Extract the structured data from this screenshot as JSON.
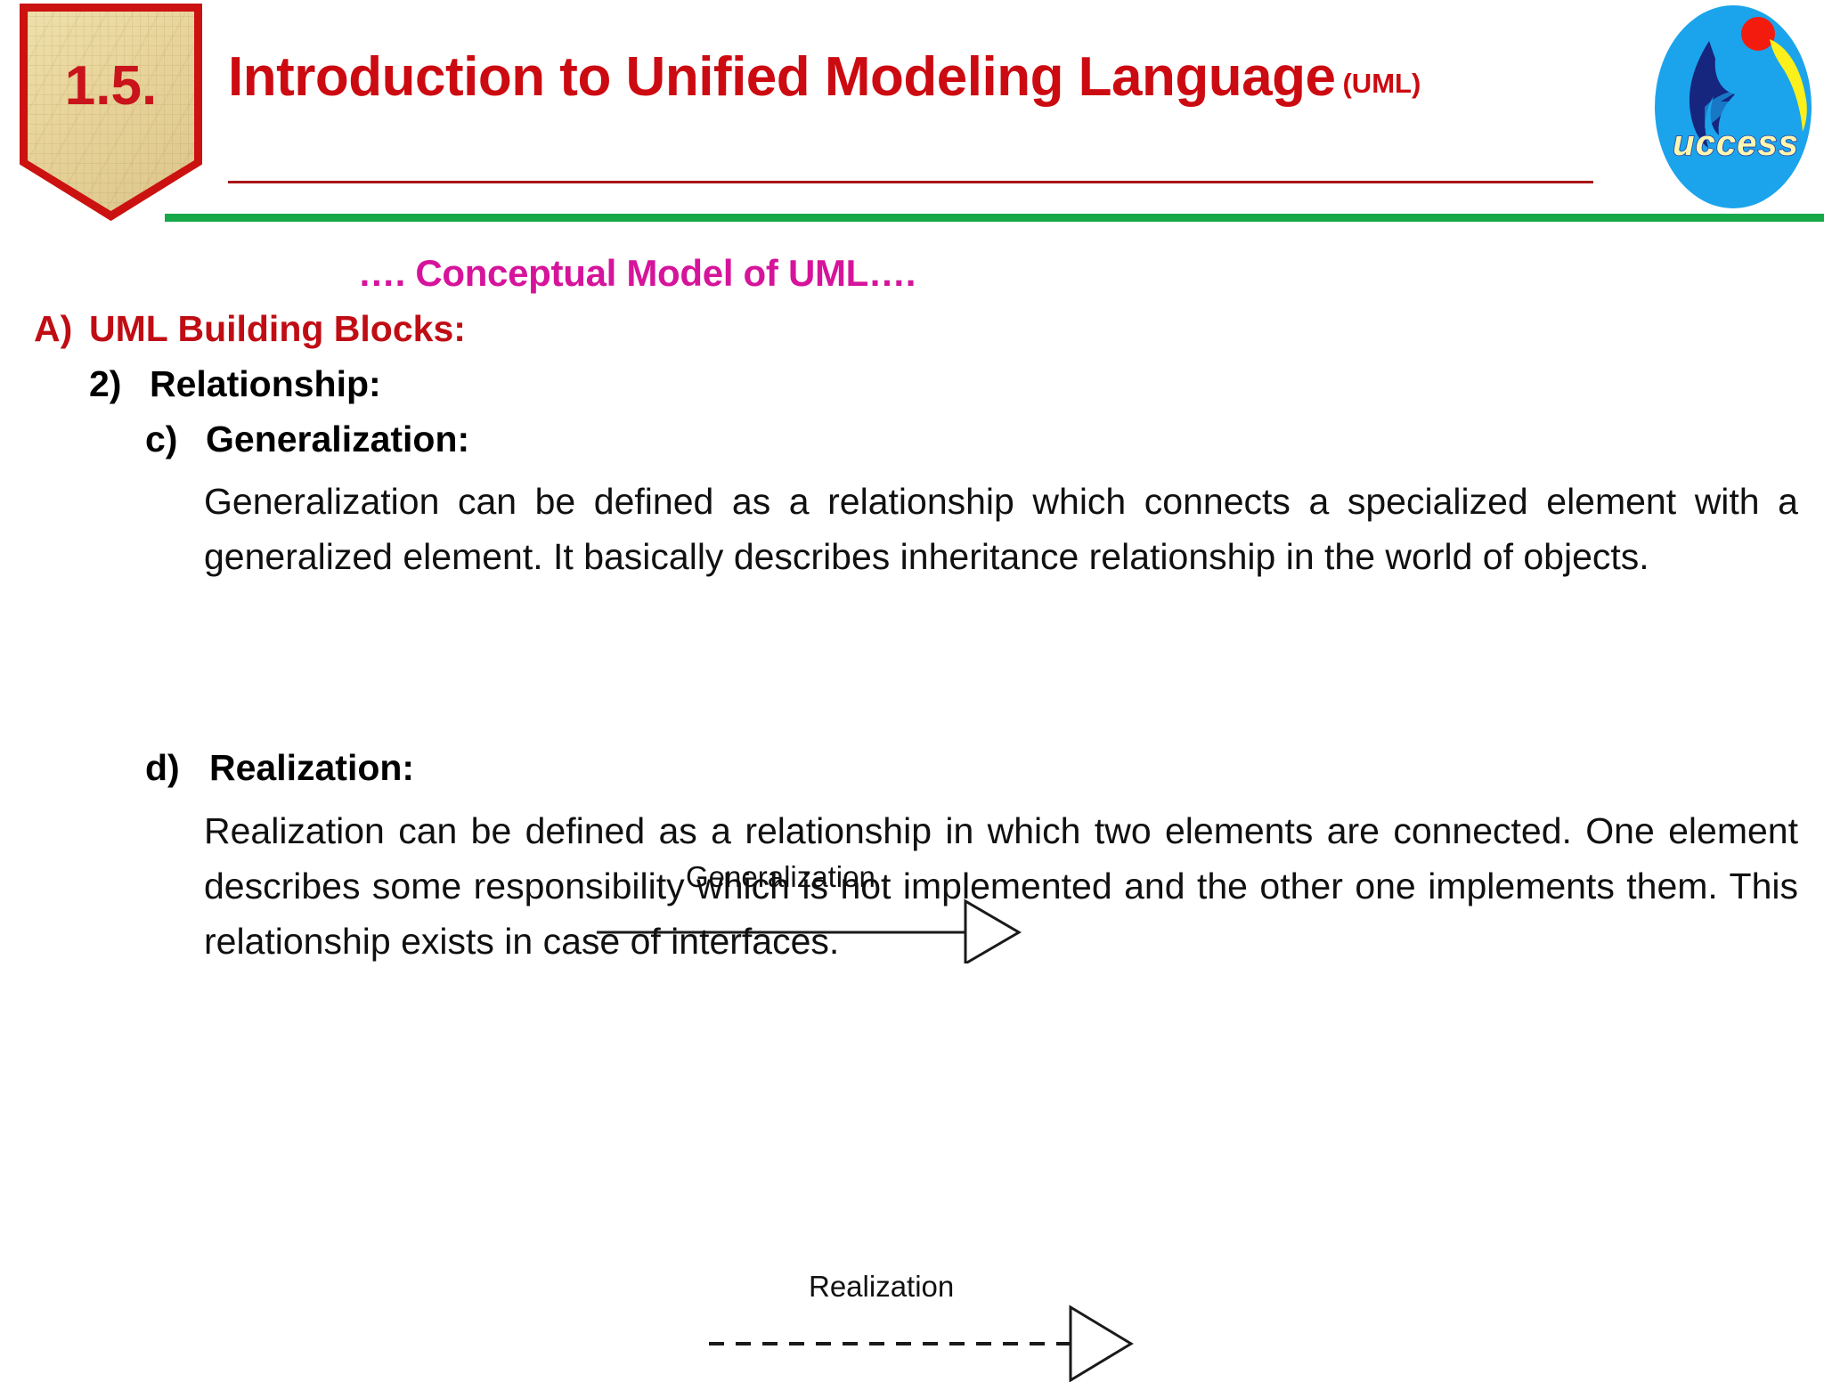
{
  "header": {
    "section_number": "1.5.",
    "title": "Introduction to Unified Modeling Language",
    "title_suffix": "(UML)",
    "logo_text": "uccess",
    "colors": {
      "title_red": "#cc0a11",
      "badge_border_red": "#cc1111",
      "badge_fill_tan": "#e8d59b",
      "rule_red": "#a81616",
      "rule_green": "#17a84a",
      "logo_blue": "#1ba4ec",
      "logo_dark_blue": "#16257e",
      "logo_red_dot": "#f31b0d",
      "logo_yellow": "#fbf01c"
    }
  },
  "content": {
    "subtitle": "…. Conceptual Model of UML….",
    "subtitle_color": "#d6149b",
    "level_a": {
      "marker": "A)",
      "label": "UML Building Blocks:",
      "color": "#c00d14"
    },
    "level_2": {
      "marker": "2)",
      "label": "Relationship:"
    },
    "items": [
      {
        "marker": "c)",
        "heading": "Generalization:",
        "paragraph": "Generalization can be defined as a relationship which connects a specialized element with a generalized element. It basically describes inheritance relationship in the world of objects."
      },
      {
        "marker": "d)",
        "heading": "Realization:",
        "paragraph": "Realization can be defined as a relationship in which two elements are connected. One element describes some responsibility which is not implemented and the other one implements them. This relationship exists in case of interfaces."
      }
    ]
  },
  "diagrams": [
    {
      "label": "Generalization",
      "line_style": "solid",
      "arrowhead": "hollow-triangle",
      "stroke_color": "#1a1a1a"
    },
    {
      "label": "Realization",
      "line_style": "dashed",
      "arrowhead": "hollow-triangle",
      "stroke_color": "#1a1a1a"
    }
  ]
}
